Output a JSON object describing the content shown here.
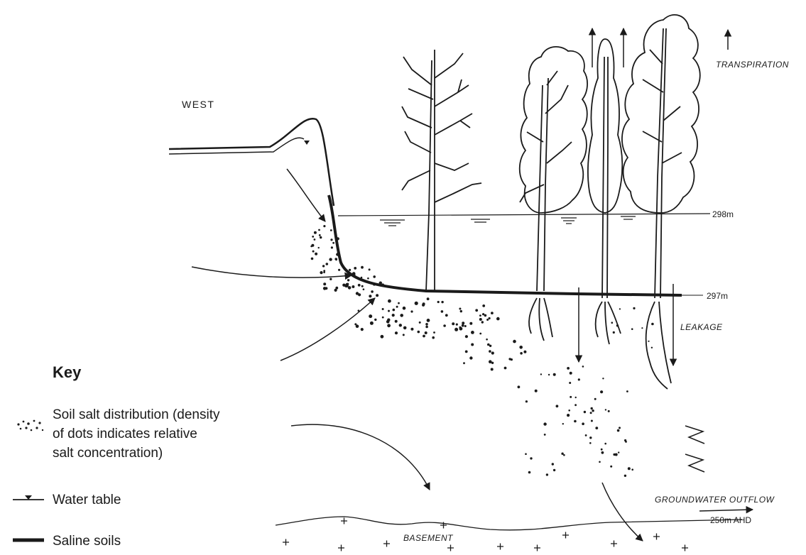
{
  "labels": {
    "west": "WEST",
    "transpiration": "TRANSPIRATION",
    "level_298": "298m",
    "level_297": "297m",
    "leakage": "LEAKAGE",
    "groundwater_outflow": "GROUNDWATER OUTFLOW",
    "level_250": "250m AHD",
    "basement": "BASEMENT"
  },
  "key": {
    "title": "Key",
    "salt_line1": "Soil salt distribution (density",
    "salt_line2": "of dots indicates relative",
    "salt_line3": "salt concentration)",
    "water_table": "Water table",
    "saline_soils": "Saline soils"
  },
  "colors": {
    "ink": "#1a1a1a",
    "background": "#ffffff"
  }
}
